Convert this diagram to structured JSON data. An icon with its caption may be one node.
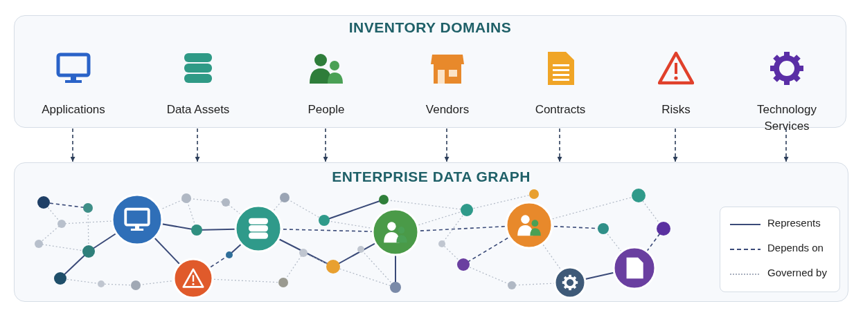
{
  "diagram": {
    "nodes": [
      {
        "text": [
          "INVENTORY DOMAINS"
        ]
      },
      {
        "text": [
          "Applications"
        ],
        "in": 0
      },
      {
        "text": [
          "Data Assets"
        ],
        "in": 0
      },
      {
        "text": [
          "People"
        ],
        "in": 0
      },
      {
        "text": [
          "Vendors"
        ],
        "in": 0
      },
      {
        "text": [
          "Contracts"
        ],
        "in": 0
      },
      {
        "text": [
          "Risks"
        ],
        "in": 0
      },
      {
        "text": [
          "Technology Services"
        ],
        "in": 0
      },
      {
        "text": [
          "ENTERPRISE DATA GRAPH"
        ]
      }
    ],
    "edges": [
      {
        "from": 1,
        "to": 8,
        "arrow": "to",
        "style": "dashed"
      },
      {
        "from": 2,
        "to": 8,
        "arrow": "to",
        "style": "dashed"
      },
      {
        "from": 3,
        "to": 8,
        "arrow": "to",
        "style": "dashed"
      },
      {
        "from": 4,
        "to": 8,
        "arrow": "to",
        "style": "dashed"
      },
      {
        "from": 5,
        "to": 8,
        "arrow": "to",
        "style": "dashed"
      },
      {
        "from": 6,
        "to": 8,
        "arrow": "to",
        "style": "dashed"
      },
      {
        "from": 7,
        "to": 8,
        "arrow": "to",
        "style": "dashed"
      }
    ],
    "legend": [
      {
        "text": "Represents"
      },
      {
        "text": "Depends on"
      },
      {
        "text": "Governed by"
      }
    ]
  }
}
